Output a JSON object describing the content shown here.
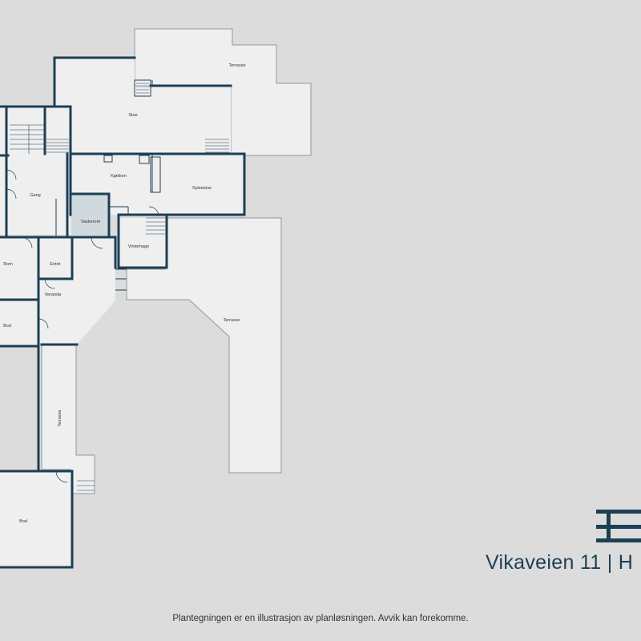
{
  "colors": {
    "background": "#dcdcdc",
    "floor": "#efefef",
    "wall": "#1d3f55",
    "laundry": "#cfd9de",
    "text": "#333333"
  },
  "rooms": {
    "terrasse_top": "Terrasse",
    "stue": "Stue",
    "kjokken": "Kjøkken",
    "spisestue": "Spisestue",
    "gang": "Gang",
    "vaskerom": "Vaskerom",
    "vinterhage": "Vinterhage",
    "rom": "Rom",
    "entre": "Entré",
    "veranda": "Veranda",
    "terrasse_right": "Terrasse",
    "bod_mid": "Bod",
    "terrasse_strip": "Terrasse",
    "bod_bottom": "Bod"
  },
  "brand": {
    "logo_icon": "broker-logo-icon",
    "address": "Vikaveien 11 | H"
  },
  "disclaimer": "Plantegningen er en illustrasjon av planløsningen. Avvik kan forekomme."
}
